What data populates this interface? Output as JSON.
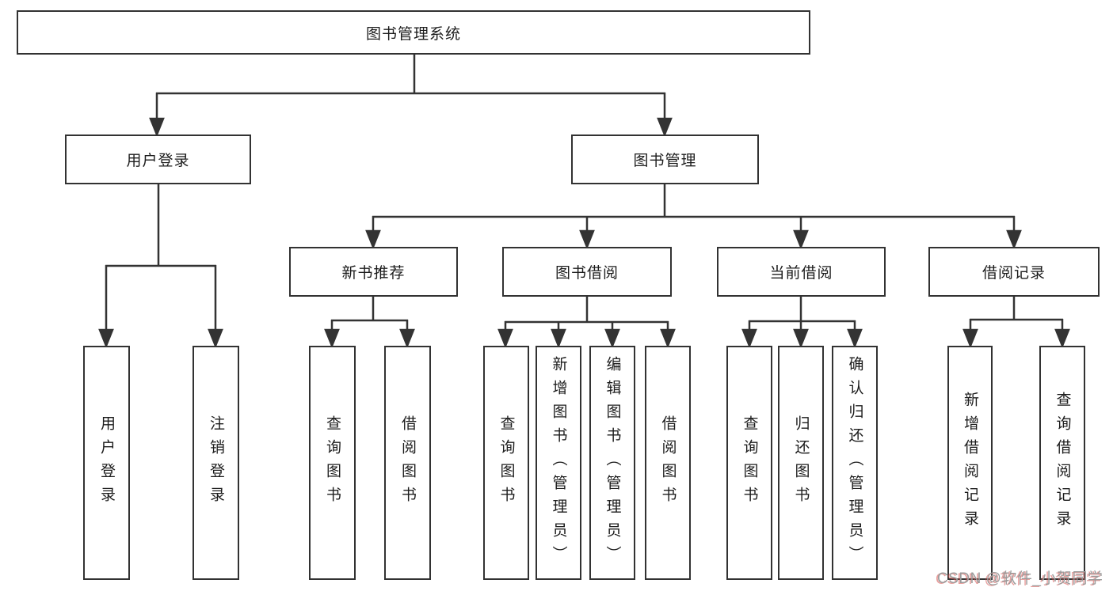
{
  "nodes": {
    "root": "图书管理系统",
    "user_login": "用户登录",
    "book_management": "图书管理",
    "new_book_recommend": "新书推荐",
    "book_borrowing": "图书借阅",
    "current_borrowing": "当前借阅",
    "borrowing_records": "借阅记录",
    "leaf_user_login": "用户登录",
    "leaf_logout": "注销登录",
    "leaf_nb_query_book": "查询图书",
    "leaf_nb_borrow_book": "借阅图书",
    "leaf_bb_query_book": "查询图书",
    "leaf_bb_add_book": "新增图书（管理员）",
    "leaf_bb_edit_book": "编辑图书（管理员）",
    "leaf_bb_borrow_book": "借阅图书",
    "leaf_cb_query_book": "查询图书",
    "leaf_cb_return_book": "归还图书",
    "leaf_cb_confirm_return": "确认归还（管理员）",
    "leaf_br_add_record": "新增借阅记录",
    "leaf_br_query_record": "查询借阅记录"
  },
  "hierarchy": {
    "图书管理系统": {
      "用户登录": [
        "用户登录",
        "注销登录"
      ],
      "图书管理": {
        "新书推荐": [
          "查询图书",
          "借阅图书"
        ],
        "图书借阅": [
          "查询图书",
          "新增图书（管理员）",
          "编辑图书（管理员）",
          "借阅图书"
        ],
        "当前借阅": [
          "查询图书",
          "归还图书",
          "确认归还（管理员）"
        ],
        "借阅记录": [
          "新增借阅记录",
          "查询借阅记录"
        ]
      }
    }
  },
  "watermark": "CSDN @软件_小贺同学",
  "colors": {
    "line": "#333333",
    "box_border": "#323232",
    "text": "#1c1c1c",
    "background": "#ffffff",
    "watermark_gray": "#9b9b9b",
    "watermark_red": "#d4524e"
  }
}
